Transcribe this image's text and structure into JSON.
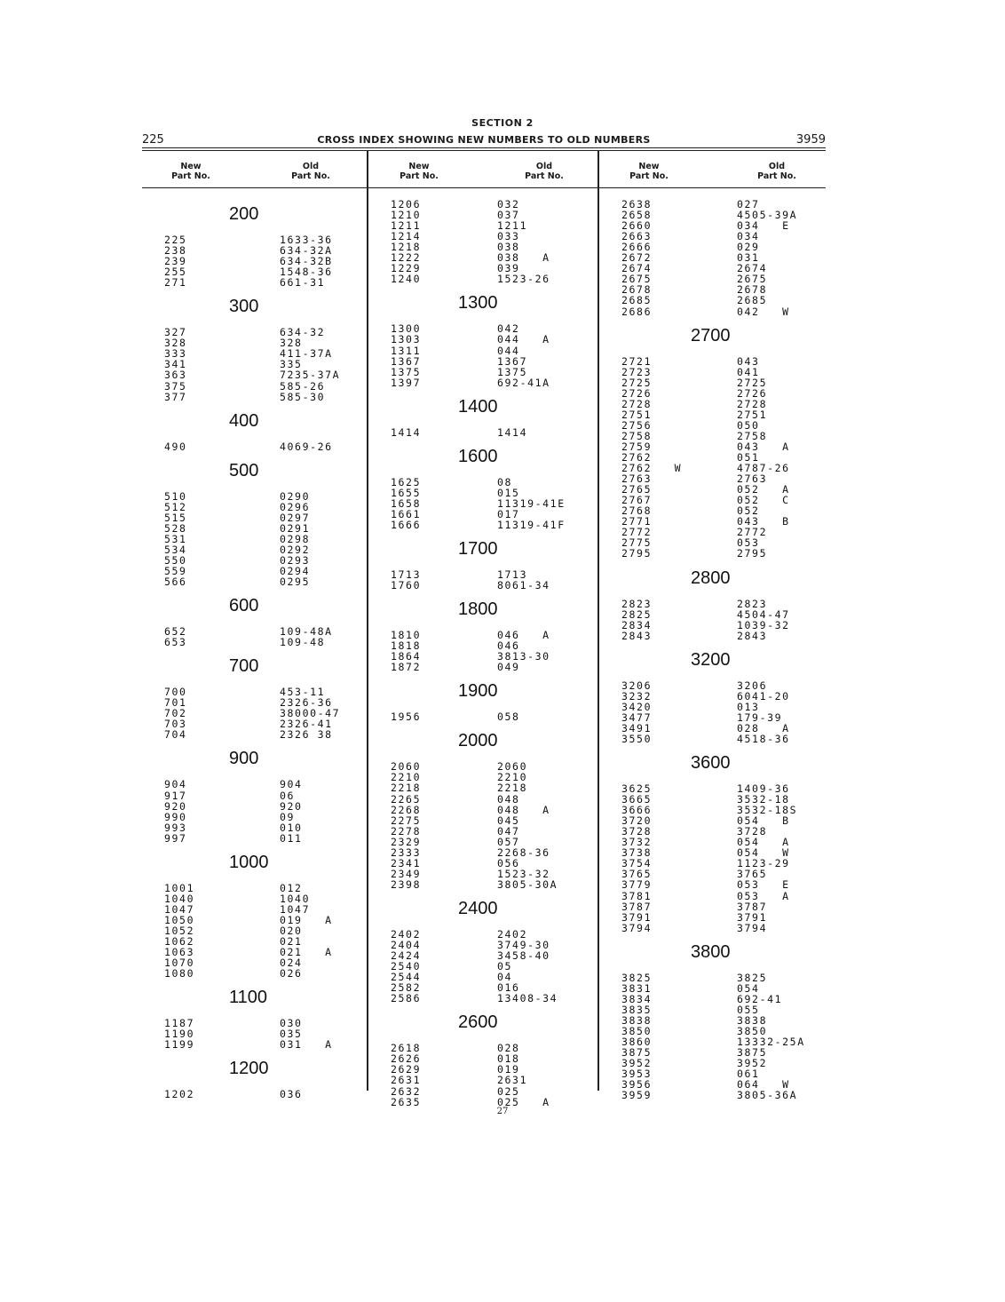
{
  "header": {
    "section": "SECTION 2",
    "title": "CROSS INDEX SHOWING NEW NUMBERS TO OLD NUMBERS",
    "first_number": "225",
    "last_number": "3959"
  },
  "column_headers": {
    "new": "New\nPart No.",
    "old": "Old\nPart No."
  },
  "page_number": "27",
  "columns": [
    {
      "groups": [
        {
          "label": "200",
          "rows": [
            {
              "new": "225",
              "old": "1633-36"
            },
            {
              "new": "238",
              "old": "634-32A"
            },
            {
              "new": "239",
              "old": "634-32B"
            },
            {
              "new": "255",
              "old": "1548-36"
            },
            {
              "new": "271",
              "old": "661-31"
            }
          ]
        },
        {
          "label": "300",
          "rows": [
            {
              "new": "327",
              "old": "634-32"
            },
            {
              "new": "328",
              "old": "328"
            },
            {
              "new": "333",
              "old": "411-37A"
            },
            {
              "new": "341",
              "old": "335"
            },
            {
              "new": "363",
              "old": "7235-37A"
            },
            {
              "new": "375",
              "old": "585-26"
            },
            {
              "new": "377",
              "old": "585-30"
            }
          ]
        },
        {
          "label": "400",
          "rows": [
            {
              "new": "490",
              "old": "4069-26"
            }
          ]
        },
        {
          "label": "500",
          "rows": [
            {
              "new": "510",
              "old": "0290"
            },
            {
              "new": "512",
              "old": "0296"
            },
            {
              "new": "515",
              "old": "0297"
            },
            {
              "new": "528",
              "old": "0291"
            },
            {
              "new": "531",
              "old": "0298"
            },
            {
              "new": "534",
              "old": "0292"
            },
            {
              "new": "550",
              "old": "0293"
            },
            {
              "new": "559",
              "old": "0294"
            },
            {
              "new": "566",
              "old": "0295"
            }
          ]
        },
        {
          "label": "600",
          "rows": [
            {
              "new": "652",
              "old": "109-48A"
            },
            {
              "new": "653",
              "old": "109-48"
            }
          ]
        },
        {
          "label": "700",
          "rows": [
            {
              "new": "700",
              "old": "453-11"
            },
            {
              "new": "701",
              "old": "2326-36"
            },
            {
              "new": "702",
              "old": "38000-47"
            },
            {
              "new": "703",
              "old": "2326-41"
            },
            {
              "new": "704",
              "old": "2326 38"
            }
          ]
        },
        {
          "label": "900",
          "rows": [
            {
              "new": "904",
              "old": "904"
            },
            {
              "new": "917",
              "old": "06"
            },
            {
              "new": "920",
              "old": "920"
            },
            {
              "new": "990",
              "old": "09"
            },
            {
              "new": "993",
              "old": "010"
            },
            {
              "new": "997",
              "old": "011"
            }
          ]
        },
        {
          "label": "1000",
          "rows": [
            {
              "new": "1001",
              "old": "012"
            },
            {
              "new": "1040",
              "old": "1040"
            },
            {
              "new": "1047",
              "old": "1047"
            },
            {
              "new": "1050",
              "old": "019   A"
            },
            {
              "new": "1052",
              "old": "020"
            },
            {
              "new": "1062",
              "old": "021"
            },
            {
              "new": "1063",
              "old": "021   A"
            },
            {
              "new": "1070",
              "old": "024"
            },
            {
              "new": "1080",
              "old": "026"
            }
          ]
        },
        {
          "label": "1100",
          "rows": [
            {
              "new": "1187",
              "old": "030"
            },
            {
              "new": "1190",
              "old": "035"
            },
            {
              "new": "1199",
              "old": "031   A"
            }
          ]
        },
        {
          "label": "1200",
          "rows": [
            {
              "new": "1202",
              "old": "036"
            }
          ]
        }
      ]
    },
    {
      "groups": [
        {
          "label": "",
          "rows": [
            {
              "new": "1206",
              "old": "032"
            },
            {
              "new": "1210",
              "old": "037"
            },
            {
              "new": "1211",
              "old": "1211"
            },
            {
              "new": "1214",
              "old": "033"
            },
            {
              "new": "1218",
              "old": "038"
            },
            {
              "new": "1222",
              "old": "038   A"
            },
            {
              "new": "1229",
              "old": "039"
            },
            {
              "new": "1240",
              "old": "1523-26"
            }
          ]
        },
        {
          "label": "1300",
          "rows": [
            {
              "new": "1300",
              "old": "042"
            },
            {
              "new": "1303",
              "old": "044   A"
            },
            {
              "new": "1311",
              "old": "044"
            },
            {
              "new": "1367",
              "old": "1367"
            },
            {
              "new": "1375",
              "old": "1375"
            },
            {
              "new": "1397",
              "old": "692-41A"
            }
          ]
        },
        {
          "label": "1400",
          "rows": [
            {
              "new": "1414",
              "old": "1414"
            }
          ]
        },
        {
          "label": "1600",
          "rows": [
            {
              "new": "1625",
              "old": "08"
            },
            {
              "new": "1655",
              "old": "015"
            },
            {
              "new": "1658",
              "old": "11319-41E"
            },
            {
              "new": "1661",
              "old": "017"
            },
            {
              "new": "1666",
              "old": "11319-41F"
            }
          ]
        },
        {
          "label": "1700",
          "rows": [
            {
              "new": "1713",
              "old": "1713"
            },
            {
              "new": "1760",
              "old": "8061-34"
            }
          ]
        },
        {
          "label": "1800",
          "rows": [
            {
              "new": "1810",
              "old": "046   A"
            },
            {
              "new": "1818",
              "old": "046"
            },
            {
              "new": "1864",
              "old": "3813-30"
            },
            {
              "new": "1872",
              "old": "049"
            }
          ]
        },
        {
          "label": "1900",
          "rows": [
            {
              "new": "1956",
              "old": "058"
            }
          ]
        },
        {
          "label": "2000",
          "rows": [
            {
              "new": "2060",
              "old": "2060"
            },
            {
              "new": "2210",
              "old": "2210"
            },
            {
              "new": "2218",
              "old": "2218"
            },
            {
              "new": "2265",
              "old": "048"
            },
            {
              "new": "2268",
              "old": "048   A"
            },
            {
              "new": "2275",
              "old": "045"
            },
            {
              "new": "2278",
              "old": "047"
            },
            {
              "new": "2329",
              "old": "057"
            },
            {
              "new": "2333",
              "old": "2268-36"
            },
            {
              "new": "2341",
              "old": "056"
            },
            {
              "new": "2349",
              "old": "1523-32"
            },
            {
              "new": "2398",
              "old": "3805-30A"
            }
          ]
        },
        {
          "label": "2400",
          "rows": [
            {
              "new": "2402",
              "old": "2402"
            },
            {
              "new": "2404",
              "old": "3749-30"
            },
            {
              "new": "2424",
              "old": "3458-40"
            },
            {
              "new": "2540",
              "old": "05"
            },
            {
              "new": "2544",
              "old": "04"
            },
            {
              "new": "2582",
              "old": "016"
            },
            {
              "new": "2586",
              "old": "13408-34"
            }
          ]
        },
        {
          "label": "2600",
          "rows": [
            {
              "new": "2618",
              "old": "028"
            },
            {
              "new": "2626",
              "old": "018"
            },
            {
              "new": "2629",
              "old": "019"
            },
            {
              "new": "2631",
              "old": "2631"
            },
            {
              "new": "2632",
              "old": "025"
            },
            {
              "new": "2635",
              "old": "025   A"
            }
          ]
        }
      ]
    },
    {
      "groups": [
        {
          "label": "",
          "rows": [
            {
              "new": "2638",
              "old": "027"
            },
            {
              "new": "2658",
              "old": "4505-39A"
            },
            {
              "new": "2660",
              "old": "034   E"
            },
            {
              "new": "2663",
              "old": "034"
            },
            {
              "new": "2666",
              "old": "029"
            },
            {
              "new": "2672",
              "old": "031"
            },
            {
              "new": "2674",
              "old": "2674"
            },
            {
              "new": "2675",
              "old": "2675"
            },
            {
              "new": "2678",
              "old": "2678"
            },
            {
              "new": "2685",
              "old": "2685"
            },
            {
              "new": "2686",
              "old": "042   W"
            }
          ]
        },
        {
          "label": "2700",
          "rows": [
            {
              "new": "2721",
              "old": "043"
            },
            {
              "new": "2723",
              "old": "041"
            },
            {
              "new": "2725",
              "old": "2725"
            },
            {
              "new": "2726",
              "old": "2726"
            },
            {
              "new": "2728",
              "old": "2728"
            },
            {
              "new": "2751",
              "old": "2751"
            },
            {
              "new": "2756",
              "old": "050"
            },
            {
              "new": "2758",
              "old": "2758"
            },
            {
              "new": "2759",
              "old": "043   A"
            },
            {
              "new": "2762",
              "old": "051"
            },
            {
              "new": "2762   W",
              "old": "4787-26"
            },
            {
              "new": "2763",
              "old": "2763"
            },
            {
              "new": "2765",
              "old": "052   A"
            },
            {
              "new": "2767",
              "old": "052   C"
            },
            {
              "new": "2768",
              "old": "052"
            },
            {
              "new": "2771",
              "old": "043   B"
            },
            {
              "new": "2772",
              "old": "2772"
            },
            {
              "new": "2775",
              "old": "053"
            },
            {
              "new": "2795",
              "old": "2795"
            }
          ]
        },
        {
          "label": "2800",
          "rows": [
            {
              "new": "2823",
              "old": "2823"
            },
            {
              "new": "2825",
              "old": "4504-47"
            },
            {
              "new": "2834",
              "old": "1039-32"
            },
            {
              "new": "2843",
              "old": "2843"
            }
          ]
        },
        {
          "label": "3200",
          "rows": [
            {
              "new": "3206",
              "old": "3206"
            },
            {
              "new": "3232",
              "old": "6041-20"
            },
            {
              "new": "3420",
              "old": "013"
            },
            {
              "new": "3477",
              "old": "179-39"
            },
            {
              "new": "3491",
              "old": "028   A"
            },
            {
              "new": "3550",
              "old": "4518-36"
            }
          ]
        },
        {
          "label": "3600",
          "rows": [
            {
              "new": "3625",
              "old": "1409-36"
            },
            {
              "new": "3665",
              "old": "3532-18"
            },
            {
              "new": "3666",
              "old": "3532-18S"
            },
            {
              "new": "3720",
              "old": "054   B"
            },
            {
              "new": "3728",
              "old": "3728"
            },
            {
              "new": "3732",
              "old": "054   A"
            },
            {
              "new": "3738",
              "old": "054   W"
            },
            {
              "new": "3754",
              "old": "1123-29"
            },
            {
              "new": "3765",
              "old": "3765"
            },
            {
              "new": "3779",
              "old": "053   E"
            },
            {
              "new": "3781",
              "old": "053   A"
            },
            {
              "new": "3787",
              "old": "3787"
            },
            {
              "new": "3791",
              "old": "3791"
            },
            {
              "new": "3794",
              "old": "3794"
            }
          ]
        },
        {
          "label": "3800",
          "rows": [
            {
              "new": "3825",
              "old": "3825"
            },
            {
              "new": "3831",
              "old": "054"
            },
            {
              "new": "3834",
              "old": "692-41"
            },
            {
              "new": "3835",
              "old": "055"
            },
            {
              "new": "3838",
              "old": "3838"
            },
            {
              "new": "3850",
              "old": "3850"
            },
            {
              "new": "3860",
              "old": "13332-25A"
            },
            {
              "new": "3875",
              "old": "3875"
            },
            {
              "new": "3952",
              "old": "3952"
            },
            {
              "new": "3953",
              "old": "061"
            },
            {
              "new": "3956",
              "old": "064   W"
            },
            {
              "new": "3959",
              "old": "3805-36A"
            }
          ]
        }
      ]
    }
  ]
}
